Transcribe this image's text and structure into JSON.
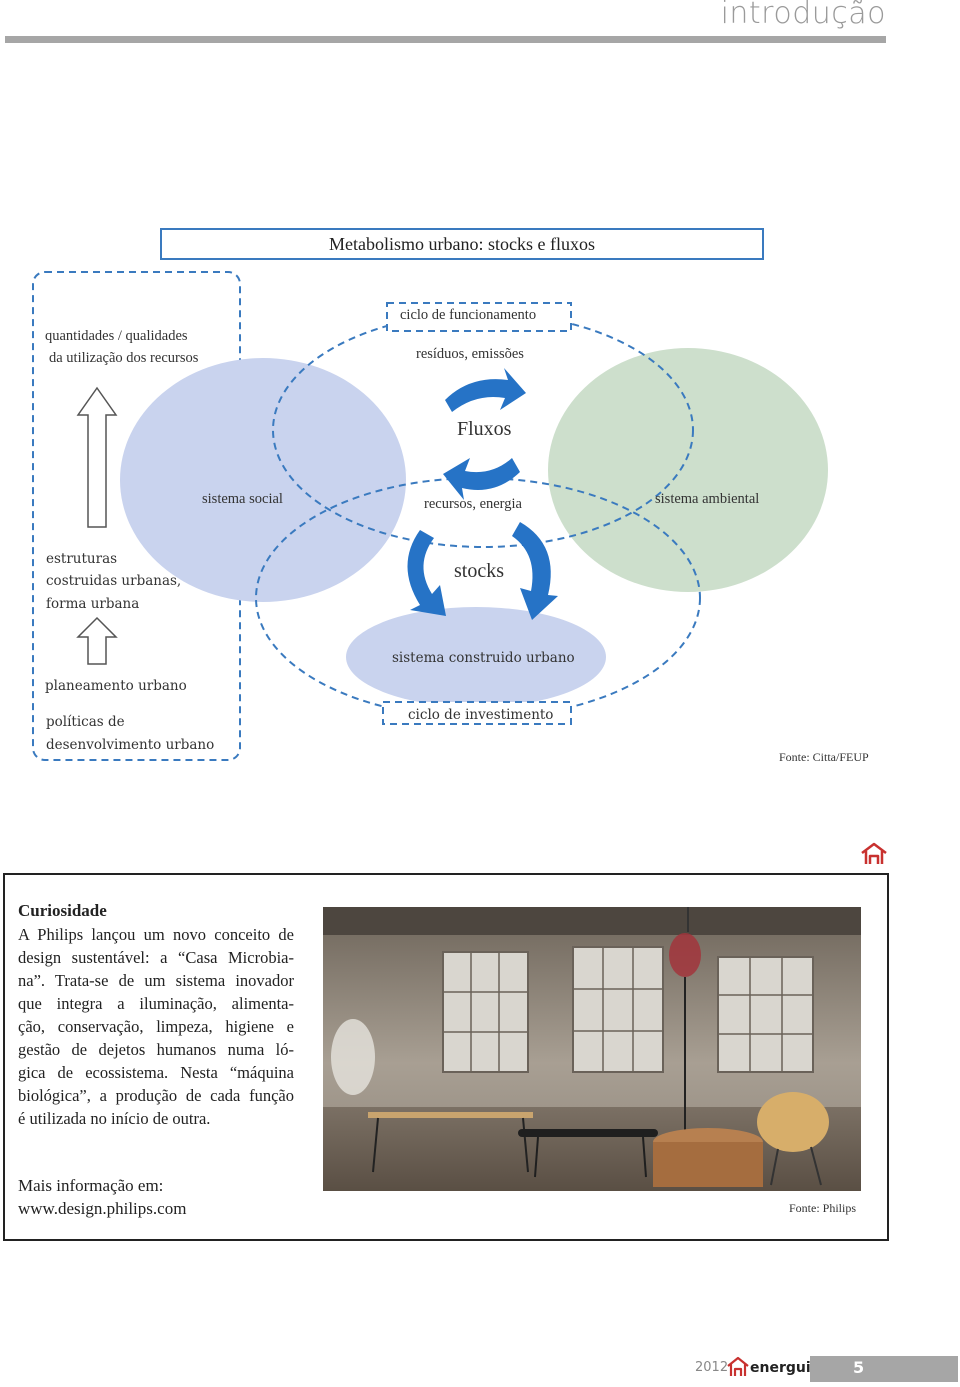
{
  "header": {
    "section_title": "introdução"
  },
  "diagram": {
    "title": "Metabolismo urbano: stocks e fluxos",
    "left_top_label_1": "quantidades / qualidades",
    "left_top_label_2": "da utilização dos recursos",
    "structures_1": "estruturas",
    "structures_2": "costruidas urbanas,",
    "structures_3": "forma urbana",
    "planning": "planeamento urbano",
    "policies_1": "políticas de",
    "policies_2": "desenvolvimento urbano",
    "cycle_top": "ciclo de funcionamento",
    "residues": "resíduos, emissões",
    "flows": "Fluxos",
    "resources": "recursos, energia",
    "social_system": "sistema social",
    "environmental_system": "sistema ambiental",
    "stocks": "stocks",
    "built_system": "sistema construido urbano",
    "investment_cycle": "ciclo de investimento",
    "source": "Fonte: Citta/FEUP",
    "colors": {
      "social": "#c9d3ee",
      "environment": "#cddfcc",
      "built": "#c9d3ee",
      "arrow": "#2673c6",
      "dashed": "#3a7abf"
    }
  },
  "curiosity": {
    "title": "Curiosidade",
    "lines": [
      "A Philips lançou um novo conceito de",
      "design sustentável: a “Casa Microbia-",
      "na”. Trata-se de um sistema inovador",
      "que integra a iluminação, alimenta-",
      "ção, conservação, limpeza, higiene e",
      "gestão de dejetos humanos numa ló-",
      "gica de ecossistema. Nesta “máquina",
      "biológica”, a produção de cada função",
      "é utilizada no início de outra."
    ],
    "more_label": "Mais informação em:",
    "more_url": "www.design.philips.com",
    "photo_source": "Fonte: Philips"
  },
  "footer": {
    "year": "2012",
    "brand": "energuia",
    "page_number": "5"
  }
}
